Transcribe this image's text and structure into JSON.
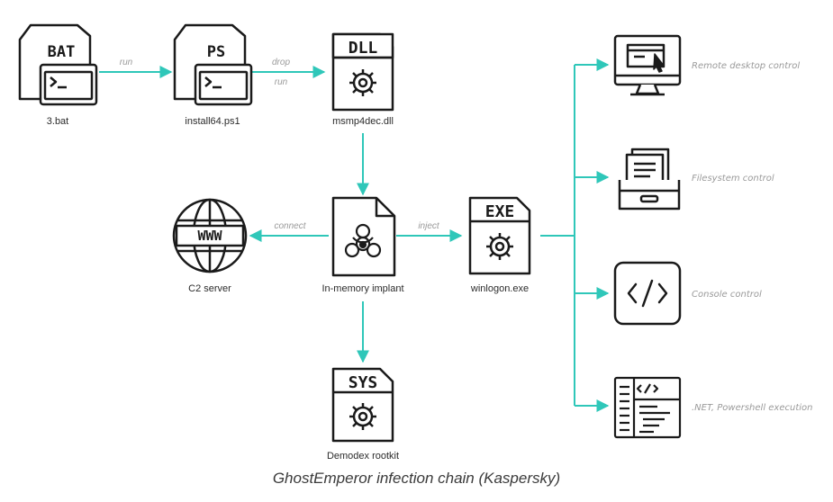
{
  "nodes": {
    "bat": {
      "badge": "BAT",
      "label": "3.bat"
    },
    "ps": {
      "badge": "PS",
      "label": "install64.ps1"
    },
    "dll": {
      "badge": "DLL",
      "label": "msmp4dec.dll"
    },
    "implant": {
      "label": "In-memory implant"
    },
    "c2": {
      "badge": "WWW",
      "label": "C2 server"
    },
    "exe": {
      "badge": "EXE",
      "label": "winlogon.exe"
    },
    "sys": {
      "badge": "SYS",
      "label": "Demodex rootkit"
    }
  },
  "edges": {
    "run": "run",
    "drop": "drop",
    "run2": "run",
    "connect": "connect",
    "inject": "inject"
  },
  "capabilities": [
    {
      "label": "Remote desktop control",
      "icon": "monitor-icon"
    },
    {
      "label": "Filesystem control",
      "icon": "file-tray-icon"
    },
    {
      "label": "Console control",
      "icon": "code-brackets-icon"
    },
    {
      "label": ".NET, Powershell execution",
      "icon": "code-window-icon"
    }
  ],
  "colors": {
    "arrow": "#2fc7b9",
    "stroke": "#1a1a1a"
  },
  "caption": "GhostEmperor infection chain (Kaspersky)"
}
